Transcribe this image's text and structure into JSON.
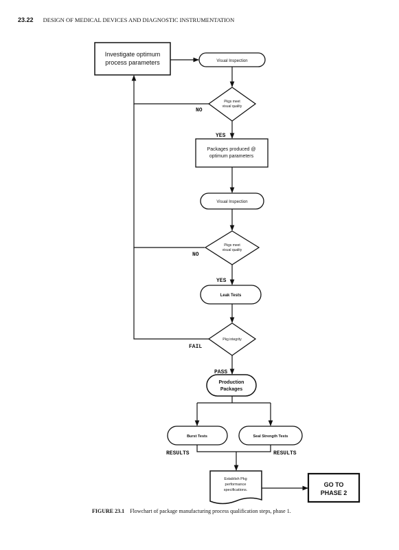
{
  "header": {
    "page_number": "23.22",
    "running_title": "DESIGN OF MEDICAL DEVICES AND DIAGNOSTIC INSTRUMENTATION"
  },
  "flowchart": {
    "investigate": [
      "Investigate optimum",
      "process parameters"
    ],
    "visual_inspection_1": "Visual Inspection",
    "decision_1": [
      "Pkgs meet",
      "visual quality"
    ],
    "no_1": "NO",
    "yes_1": "YES",
    "packages_produced": [
      "Packages produced @",
      "optimum parameters"
    ],
    "visual_inspection_2": "Visual Inspection",
    "decision_2": [
      "Pkgs meet",
      "visual quality"
    ],
    "no_2": "NO",
    "yes_2": "YES",
    "leak_tests": "Leak Tests",
    "decision_3": "Pkg integrity",
    "fail": "FAIL",
    "pass": "PASS",
    "production_packages": [
      "Production",
      "Packages"
    ],
    "burst_tests": "Burst Tests",
    "seal_strength_tests": "Seal Strength Tests",
    "results_left": "RESULTS",
    "results_right": "RESULTS",
    "establish": [
      "Establish  Pkg",
      "performance",
      "specifications."
    ],
    "go_to_phase": [
      "GO TO",
      "PHASE 2"
    ]
  },
  "caption": {
    "figure_label": "FIGURE 23.1",
    "text": "Flowchart of package manufacturing process qualification steps, phase 1."
  }
}
